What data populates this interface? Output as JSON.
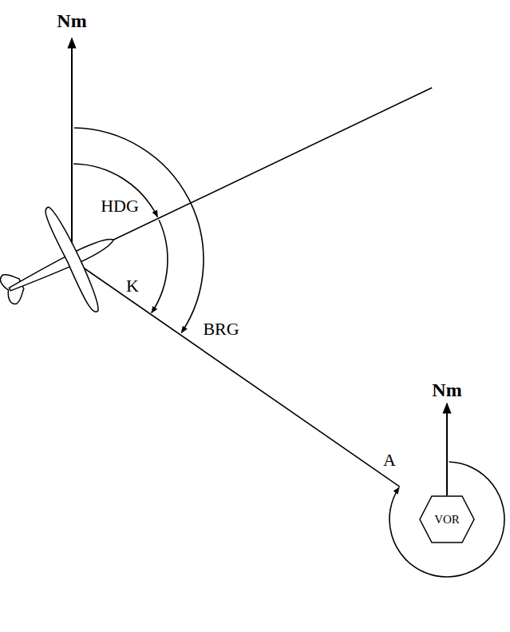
{
  "diagram": {
    "nodes": [
      {
        "text": [
          "VOR"
        ]
      }
    ],
    "labels": [
      "Nm",
      "HDG",
      "K",
      "BRG",
      "A",
      "Nm"
    ]
  }
}
